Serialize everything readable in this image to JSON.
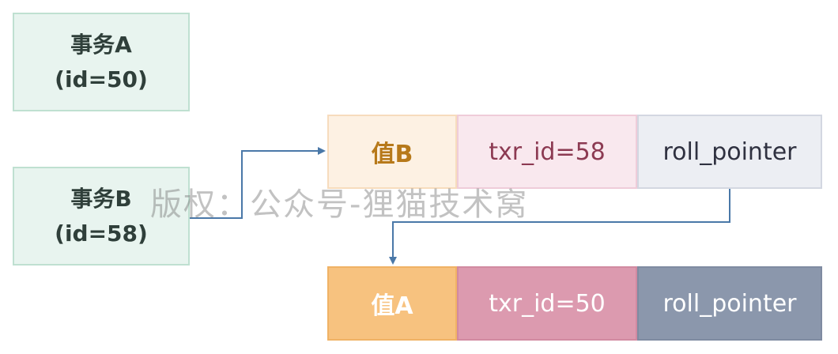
{
  "transactions": {
    "a": {
      "name": "事务A",
      "id": "(id=50)"
    },
    "b": {
      "name": "事务B",
      "id": "(id=58)"
    }
  },
  "version_rows": {
    "newer": {
      "value": "值B",
      "trx_id": "txr_id=58",
      "pointer": "roll_pointer"
    },
    "older": {
      "value": "值A",
      "trx_id": "txr_id=50",
      "pointer": "roll_pointer"
    }
  },
  "watermark": "版权：公众号-狸猫技术窝",
  "colors": {
    "arrow": "#4a78a8",
    "txn_fill": "#e8f4ef",
    "newer_value_fill": "#fdf1e3",
    "older_value_fill": "#f7c27f",
    "older_txid_fill": "#dc9aaf",
    "older_pointer_fill": "#8b97ac"
  }
}
